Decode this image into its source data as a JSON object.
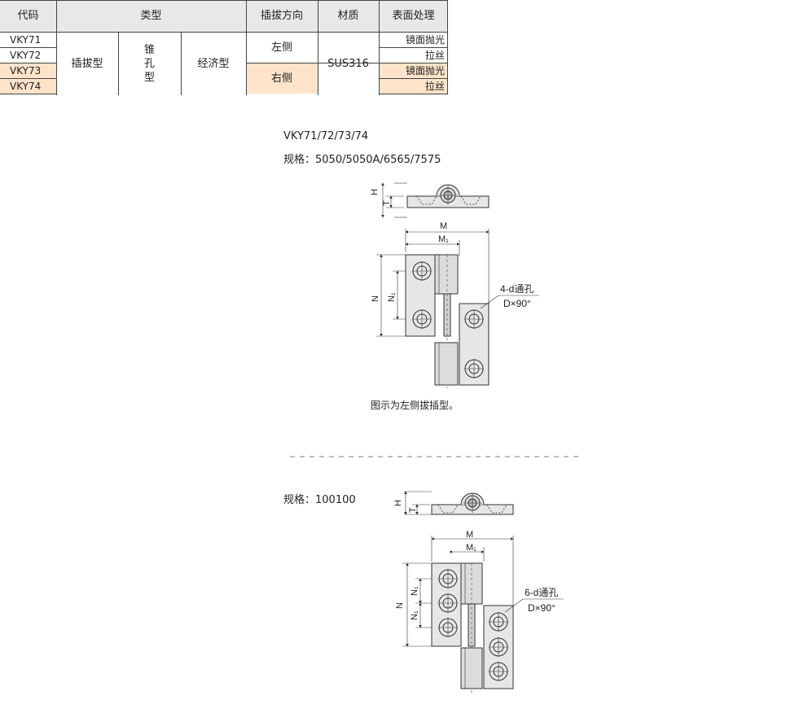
{
  "table": {
    "headers": [
      "代码",
      "类型",
      "插拔方向",
      "材质",
      "表面处理"
    ],
    "codes": [
      "VKY71",
      "VKY72",
      "VKY73",
      "VKY74"
    ],
    "type_main": "插拔型",
    "type_hole": "锥孔型",
    "type_hole_chars": [
      "锥",
      "孔",
      "型"
    ],
    "type_grade": "经济型",
    "direction_left": "左侧",
    "direction_right": "右侧",
    "material": "SUS316",
    "finishes": [
      "镜面抛光",
      "拉丝",
      "镜面抛光",
      "拉丝"
    ],
    "highlight_color": "#fce3c9",
    "header_color": "#e8e8e8"
  },
  "drawing1": {
    "model": "VKY71/72/73/74",
    "spec": "规格：5050/5050A/6565/7575",
    "labels": {
      "H": "H",
      "T": "T",
      "M": "M",
      "M1": "M₁",
      "N": "N",
      "N1": "N₁"
    },
    "hole_callout": "4-d通孔",
    "hole_angle": "D×90°",
    "caption": "图示为左侧拔插型。"
  },
  "drawing2": {
    "spec": "规格：100100",
    "labels": {
      "H": "H",
      "T": "T",
      "M": "M",
      "M1": "M₁",
      "N": "N",
      "N1": "N₁"
    },
    "hole_callout": "6-d通孔",
    "hole_angle": "D×90°"
  }
}
